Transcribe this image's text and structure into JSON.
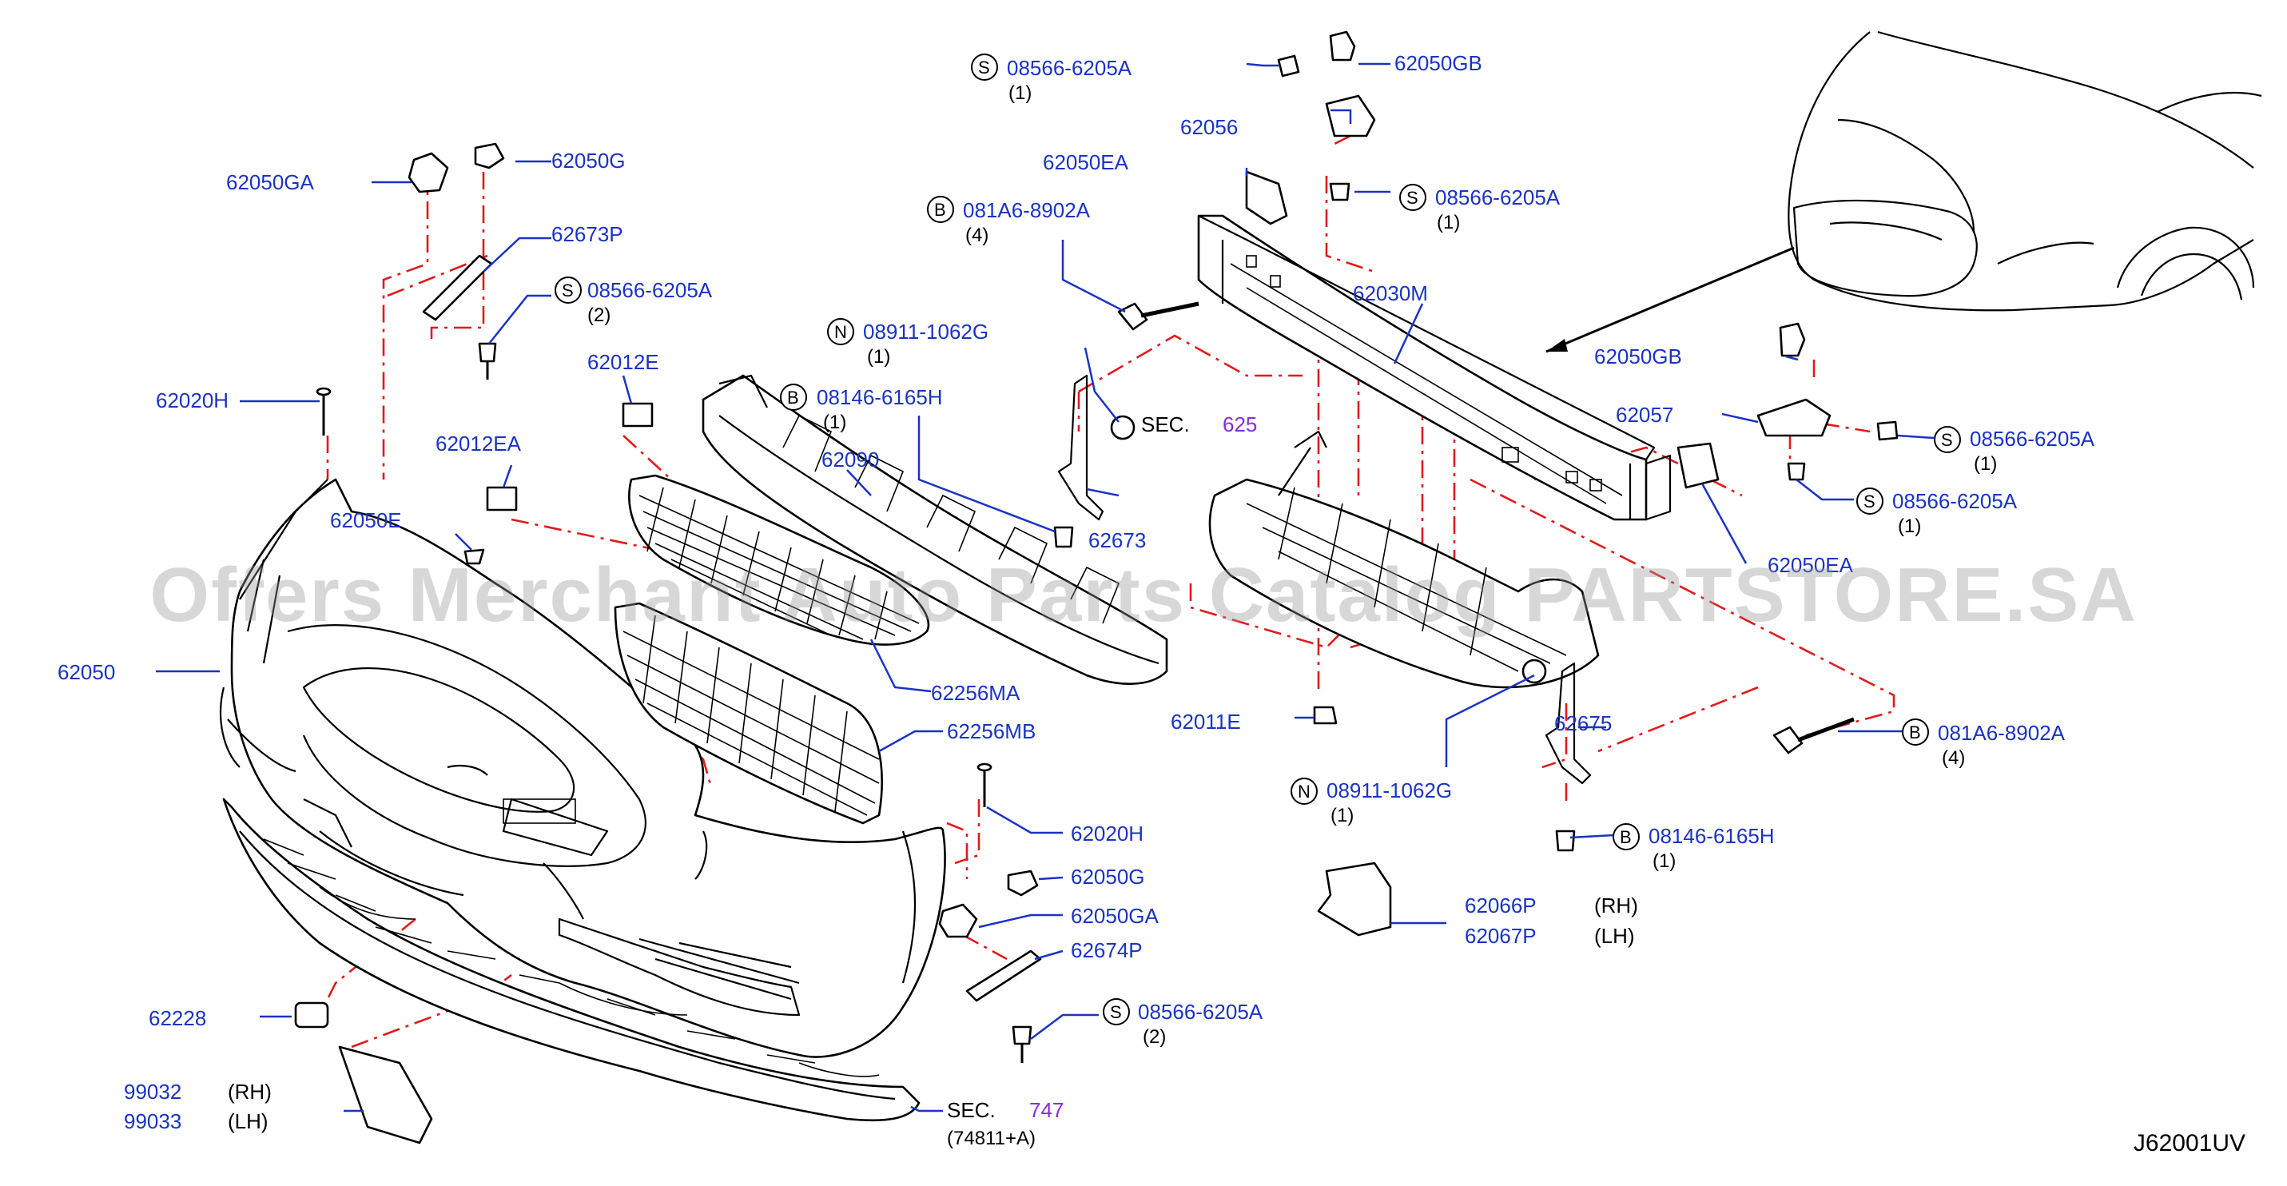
{
  "diagram": {
    "id": "J62001UV",
    "watermark": "Offers Merchant Auto Parts Catalog PARTSTORE.SA",
    "colors": {
      "part_number": "#1a33c4",
      "section_link": "#8a2be2",
      "callout_line": "#1a33c4",
      "guide_line": "#e01b1b",
      "drawing": "#000000"
    }
  },
  "callouts": [
    {
      "id": "c1",
      "part": "62050GA",
      "qty": "",
      "note": ""
    },
    {
      "id": "c2",
      "part": "62050G",
      "qty": "",
      "note": ""
    },
    {
      "id": "c3",
      "part": "62673P",
      "qty": "",
      "note": ""
    },
    {
      "id": "c4",
      "part": "08566-6205A",
      "qty": "(2)",
      "note": "",
      "prefix": "S"
    },
    {
      "id": "c5",
      "part": "62020H",
      "qty": "",
      "note": ""
    },
    {
      "id": "c6",
      "part": "62012E",
      "qty": "",
      "note": ""
    },
    {
      "id": "c7",
      "part": "62012EA",
      "qty": "",
      "note": ""
    },
    {
      "id": "c8",
      "part": "62050E",
      "qty": "",
      "note": ""
    },
    {
      "id": "c9",
      "part": "62050",
      "qty": "",
      "note": ""
    },
    {
      "id": "c10",
      "part": "08911-1062G",
      "qty": "(1)",
      "note": "",
      "prefix": "N"
    },
    {
      "id": "c11",
      "part": "08146-6165H",
      "qty": "(1)",
      "note": "",
      "prefix": "B"
    },
    {
      "id": "c12",
      "part": "62090",
      "qty": "",
      "note": ""
    },
    {
      "id": "c13",
      "part": "62256MA",
      "qty": "",
      "note": ""
    },
    {
      "id": "c14",
      "part": "62256MB",
      "qty": "",
      "note": ""
    },
    {
      "id": "c15",
      "part": "62020H",
      "qty": "",
      "note": ""
    },
    {
      "id": "c16",
      "part": "62050G",
      "qty": "",
      "note": ""
    },
    {
      "id": "c17",
      "part": "62050GA",
      "qty": "",
      "note": ""
    },
    {
      "id": "c18",
      "part": "62674P",
      "qty": "",
      "note": ""
    },
    {
      "id": "c19",
      "part": "08566-6205A",
      "qty": "(2)",
      "note": "",
      "prefix": "S"
    },
    {
      "id": "c20",
      "part": "62228",
      "qty": "",
      "note": ""
    },
    {
      "id": "c21",
      "part": "99032",
      "qty": "",
      "note": "(RH)"
    },
    {
      "id": "c22",
      "part": "99033",
      "qty": "",
      "note": "(LH)"
    },
    {
      "id": "c23",
      "part": "08566-6205A",
      "qty": "(1)",
      "note": "",
      "prefix": "S"
    },
    {
      "id": "c24",
      "part": "62050GB",
      "qty": "",
      "note": ""
    },
    {
      "id": "c25",
      "part": "62056",
      "qty": "",
      "note": ""
    },
    {
      "id": "c26",
      "part": "62050EA",
      "qty": "",
      "note": ""
    },
    {
      "id": "c27",
      "part": "081A6-8902A",
      "qty": "(4)",
      "note": "",
      "prefix": "B"
    },
    {
      "id": "c28",
      "part": "08566-6205A",
      "qty": "(1)",
      "note": "",
      "prefix": "S"
    },
    {
      "id": "c29",
      "part": "62030M",
      "qty": "",
      "note": ""
    },
    {
      "id": "c30",
      "part": "62673",
      "qty": "",
      "note": ""
    },
    {
      "id": "c31",
      "part": "62011E",
      "qty": "",
      "note": ""
    },
    {
      "id": "c32",
      "part": "08911-1062G",
      "qty": "(1)",
      "note": "",
      "prefix": "N"
    },
    {
      "id": "c33",
      "part": "62675",
      "qty": "",
      "note": ""
    },
    {
      "id": "c34",
      "part": "08146-6165H",
      "qty": "(1)",
      "note": "",
      "prefix": "B"
    },
    {
      "id": "c35",
      "part": "62066P",
      "qty": "",
      "note": "(RH)"
    },
    {
      "id": "c36",
      "part": "62067P",
      "qty": "",
      "note": "(LH)"
    },
    {
      "id": "c37",
      "part": "62050GB",
      "qty": "",
      "note": ""
    },
    {
      "id": "c38",
      "part": "62057",
      "qty": "",
      "note": ""
    },
    {
      "id": "c39",
      "part": "08566-6205A",
      "qty": "(1)",
      "note": "",
      "prefix": "S"
    },
    {
      "id": "c40",
      "part": "08566-6205A",
      "qty": "(1)",
      "note": "",
      "prefix": "S"
    },
    {
      "id": "c41",
      "part": "62050EA",
      "qty": "",
      "note": ""
    },
    {
      "id": "c42",
      "part": "081A6-8902A",
      "qty": "(4)",
      "note": "",
      "prefix": "B"
    }
  ],
  "sections": [
    {
      "id": "s1",
      "label": "SEC.",
      "number": "625",
      "sub": ""
    },
    {
      "id": "s2",
      "label": "SEC.",
      "number": "747",
      "sub": "(74811+A)"
    }
  ]
}
